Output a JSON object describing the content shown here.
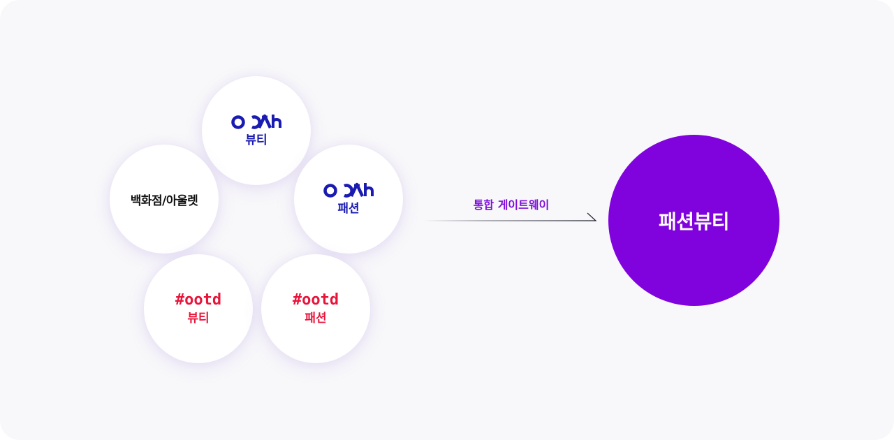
{
  "diagram": {
    "sources": [
      {
        "id": "ooah-beauty",
        "logo": "OCAh",
        "label": "뷰티",
        "brand_color": "#1a1bb0"
      },
      {
        "id": "dept-outlet",
        "label": "백화점/아울렛"
      },
      {
        "id": "ooah-fashion",
        "logo": "OCAh",
        "label": "패션",
        "brand_color": "#1a1bb0"
      },
      {
        "id": "ootd-beauty",
        "logo": "#ootd",
        "label": "뷰티",
        "brand_color": "#e8153b"
      },
      {
        "id": "ootd-fashion",
        "logo": "#ootd",
        "label": "패션",
        "brand_color": "#e8153b"
      }
    ],
    "connector": {
      "label": "통합 게이트웨이",
      "color": "#7d10d8"
    },
    "target": {
      "label": "패션뷰티",
      "color": "#8002dc"
    }
  }
}
